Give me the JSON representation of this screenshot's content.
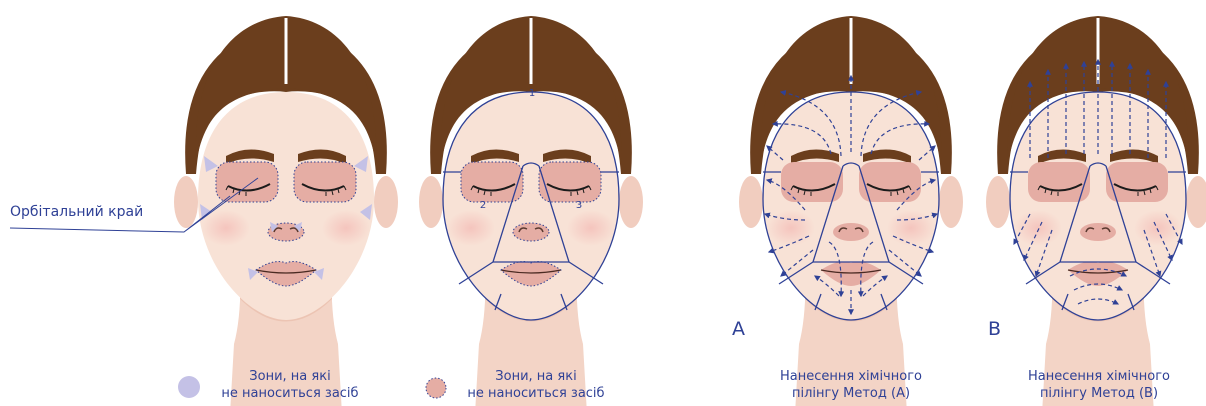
{
  "labels": {
    "orbital_rim": "Орбітальний край",
    "method_a_letter": "A",
    "method_b_letter": "B"
  },
  "zone_numbers": [
    "1",
    "2",
    "3"
  ],
  "captions": [
    {
      "line1": "Зони, на які",
      "line2": "не наноситься засіб"
    },
    {
      "line1": "Зони, на які",
      "line2": "не наноситься засіб"
    },
    {
      "line1": "Нанесення хімічного",
      "line2": "пілінгу Метод (A)"
    },
    {
      "line1": "Нанесення хімічного",
      "line2": "пілінгу Метод (B)"
    }
  ],
  "colors": {
    "skin": "#f6dcd0",
    "hair": "#6b3e1d",
    "accent": "#2f4196",
    "excluded_zone": "#e5ada4",
    "legend_lavender": "#c4c1e6"
  }
}
